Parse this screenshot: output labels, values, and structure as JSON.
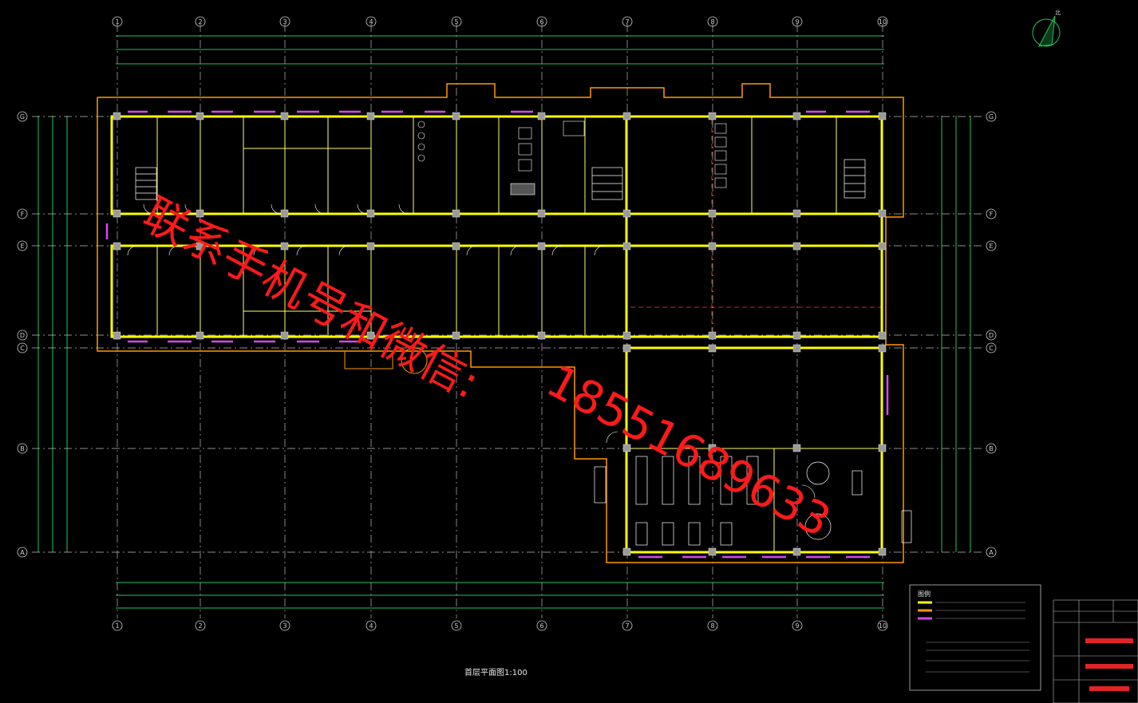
{
  "drawing": {
    "caption": "首层平面图1:100",
    "column_grid_numbers": [
      "1",
      "2",
      "3",
      "4",
      "5",
      "6",
      "7",
      "8",
      "9",
      "10"
    ],
    "row_grid_letters": [
      "G",
      "F",
      "E",
      "D",
      "C",
      "B",
      "A"
    ],
    "north_arrow_label": "北",
    "legend_heading": "图例"
  },
  "watermark": {
    "line1": "联系手机号和微信:",
    "line2": "18551689633"
  },
  "colors": {
    "background": "#000000",
    "grid_line": "#d0d0d0",
    "dimension": "#22c55e",
    "wall_outline": "#ff9900",
    "wall_fill": "#ffff00",
    "column": "#b0b0b0",
    "window": "#d946ef",
    "axis_dashed": "#ff3b3b",
    "watermark": "#ff1a1a",
    "title_block": "#e02424"
  },
  "icons": [
    "north-arrow-icon",
    "grid-bubble-icon",
    "door-swing-icon",
    "stair-icon"
  ]
}
